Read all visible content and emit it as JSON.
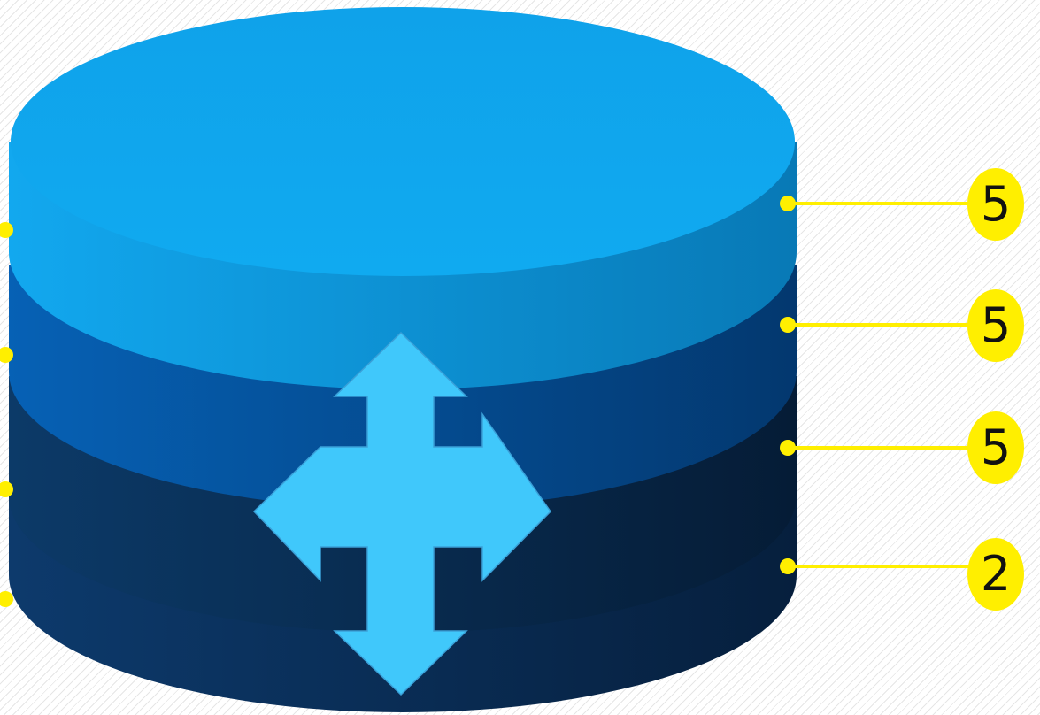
{
  "layers": [
    {
      "id": "layer-1",
      "badge": "5"
    },
    {
      "id": "layer-2",
      "badge": "5"
    },
    {
      "id": "layer-3",
      "badge": "5"
    },
    {
      "id": "layer-4",
      "badge": "2"
    }
  ],
  "colors": {
    "layer_top": "#0ea5ec",
    "layer_1_side": "#0a86c8",
    "layer_2": "#0656a3",
    "layer_3": "#0b3d6e",
    "layer_4": "#0a2f5c",
    "arrow": "#40c8fb",
    "connector": "#ffef00",
    "badge": "#ffef00"
  },
  "center_icon": "four-way-move-arrow-icon"
}
